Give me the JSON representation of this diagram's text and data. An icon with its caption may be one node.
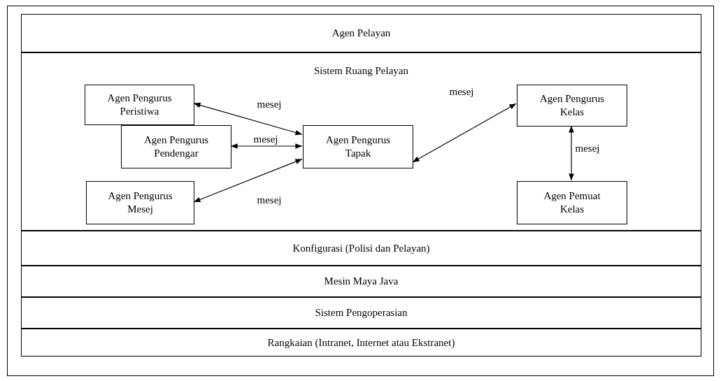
{
  "diagram": {
    "nodes": [
      {
        "text": [
          "Agen Pelayan"
        ]
      },
      {
        "text": [
          "Sistem Ruang Pelayan"
        ]
      },
      {
        "text": [
          "Agen Pengurus Peristiwa"
        ],
        "in": 1
      },
      {
        "text": [
          "Agen Pengurus Pendengar"
        ],
        "in": 1
      },
      {
        "text": [
          "Agen Pengurus Mesej"
        ],
        "in": 1
      },
      {
        "text": [
          "Agen Pengurus Tapak"
        ],
        "in": 1
      },
      {
        "text": [
          "Agen Pengurus Kelas"
        ],
        "in": 1
      },
      {
        "text": [
          "Agen Pemuat Kelas"
        ],
        "in": 1
      },
      {
        "text": [
          "Konfigurasi (Polisi dan Pelayan)"
        ]
      },
      {
        "text": [
          "Mesin Maya Java"
        ]
      },
      {
        "text": [
          "Sistem Pengoperasian"
        ]
      },
      {
        "text": [
          "Rangkaian (Intranet, Internet atau Ekstranet)"
        ]
      }
    ],
    "edges": [
      {
        "from": 2,
        "to": 5,
        "arrow": "both",
        "label": "mesej"
      },
      {
        "from": 3,
        "to": 5,
        "arrow": "both",
        "label": "mesej"
      },
      {
        "from": 4,
        "to": 5,
        "arrow": "both",
        "label": "mesej"
      },
      {
        "from": 5,
        "to": 6,
        "arrow": "both",
        "label": "mesej"
      },
      {
        "from": 6,
        "to": 7,
        "arrow": "both",
        "label": "mesej"
      }
    ]
  }
}
